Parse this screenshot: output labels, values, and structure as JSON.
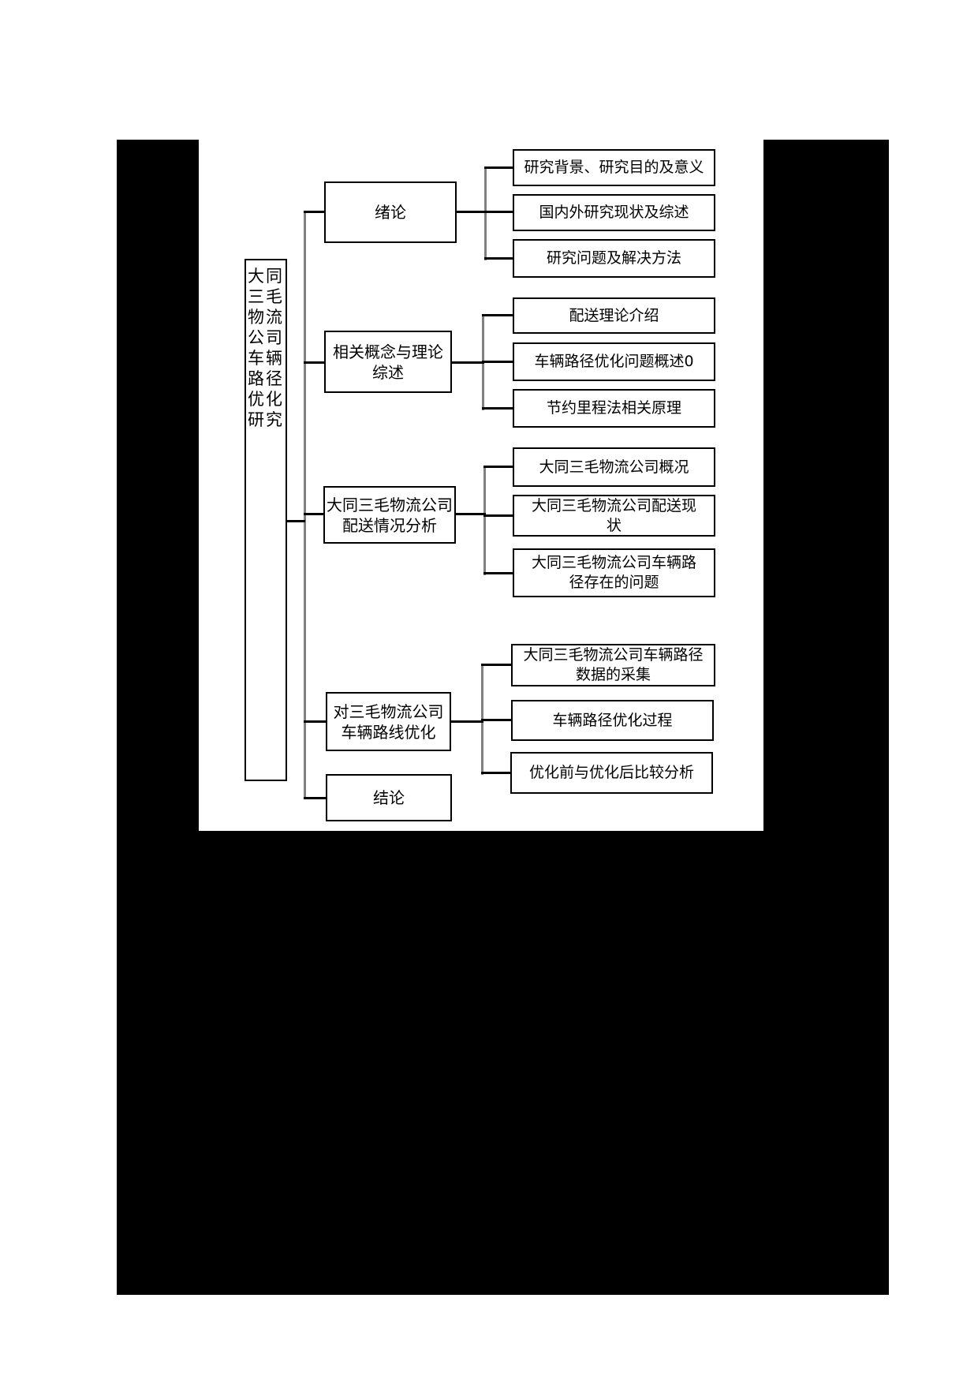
{
  "diagram": {
    "full_title": "大同三毛物流公司车辆路径优化研究",
    "root": {
      "label": "大同\n三毛\n物流\n公司\n车辆\n路径\n优化\n研究"
    },
    "groups": [
      {
        "parent": {
          "label": "绪论"
        },
        "children": [
          "研究背景、研究目的及意义",
          "国内外研究现状及综述",
          "研究问题及解决方法"
        ]
      },
      {
        "parent": {
          "label": "相关概念与理论\n综述"
        },
        "children": [
          "配送理论介绍",
          "车辆路径优化问题概述0",
          "节约里程法相关原理"
        ]
      },
      {
        "parent": {
          "label": "大同三毛物流公司\n配送情况分析"
        },
        "children": [
          "大同三毛物流公司概况",
          "大同三毛物流公司配送现\n状",
          "大同三毛物流公司车辆路\n径存在的问题"
        ]
      },
      {
        "parent": {
          "label": "对三毛物流公司\n车辆路线优化"
        },
        "children": [
          "大同三毛物流公司车辆路径\n数据的采集",
          "车辆路径优化过程",
          "优化前与优化后比较分析"
        ]
      },
      {
        "parent": {
          "label": "结论"
        },
        "children": []
      }
    ],
    "colors": {
      "frame_bg": "#000000",
      "panel_bg": "#ffffff",
      "line_black": "#000000",
      "line_gray": "#808080"
    }
  }
}
